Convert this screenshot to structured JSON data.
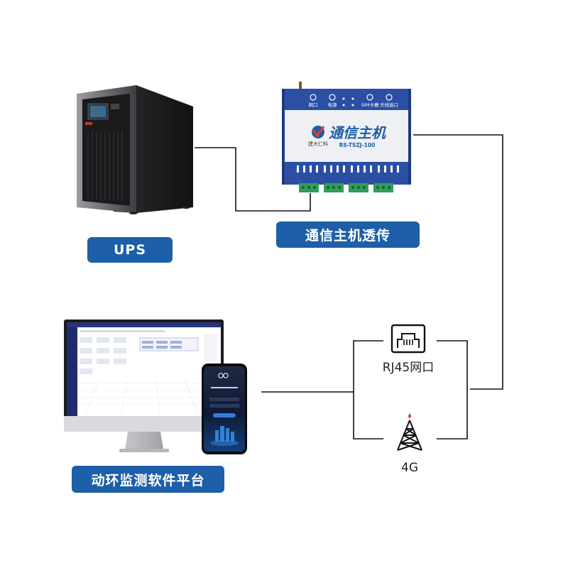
{
  "labels": {
    "ups": "UPS",
    "host_passthrough": "通信主机透传",
    "rj45": "RJ45网口",
    "network_4g": "4G",
    "platform": "动环监测软件平台"
  },
  "device": {
    "title": "通信主机",
    "model": "RS-TSZJ-100",
    "brand": "建大仁科",
    "top_labels": [
      "网口",
      "电源",
      "SIM卡槽",
      "天线接口"
    ]
  },
  "colors": {
    "accent": "#1d5fa8",
    "line": "#111111",
    "device_body": "#eef0f3",
    "device_band": "#2a4fa3"
  },
  "icons": [
    "ups-cabinet-icon",
    "communication-host-device-icon",
    "rj45-port-icon",
    "cell-tower-icon",
    "desktop-monitor-icon",
    "smartphone-icon"
  ]
}
